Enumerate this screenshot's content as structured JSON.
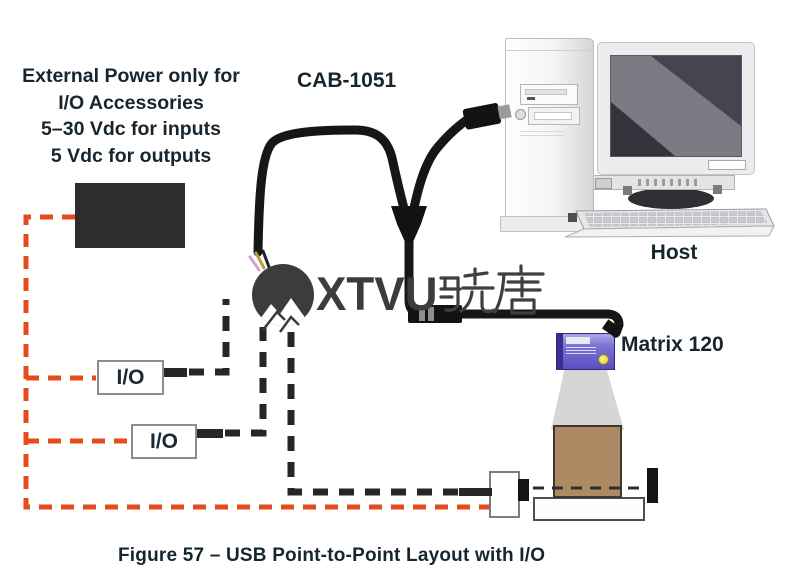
{
  "figure": {
    "caption": "Figure 57 – USB Point-to-Point Layout with I/O"
  },
  "annotations": {
    "power_note": {
      "line1": "External Power only for",
      "line2": "I/O Accessories",
      "line3": "5–30 Vdc for inputs",
      "line4": "5 Vdc for outputs"
    },
    "cable_label": "CAB-1051",
    "host_label": "Host",
    "reader_label": "Matrix 120",
    "io_box_top_label": "I/O",
    "io_box_bottom_label": "I/O"
  },
  "watermark": {
    "latin": "XTVU",
    "cjk": "骁唐",
    "logo_icon": "mountain-circle-icon",
    "color": "#3c3c3c"
  },
  "colors": {
    "label_text": "#17262e",
    "power_wire_red": "#e64b1e",
    "signal_wire_black": "#262626",
    "cable_black": "#161616",
    "reader_purple": "#6e62cb",
    "parcel_brown": "#ab8a64"
  }
}
